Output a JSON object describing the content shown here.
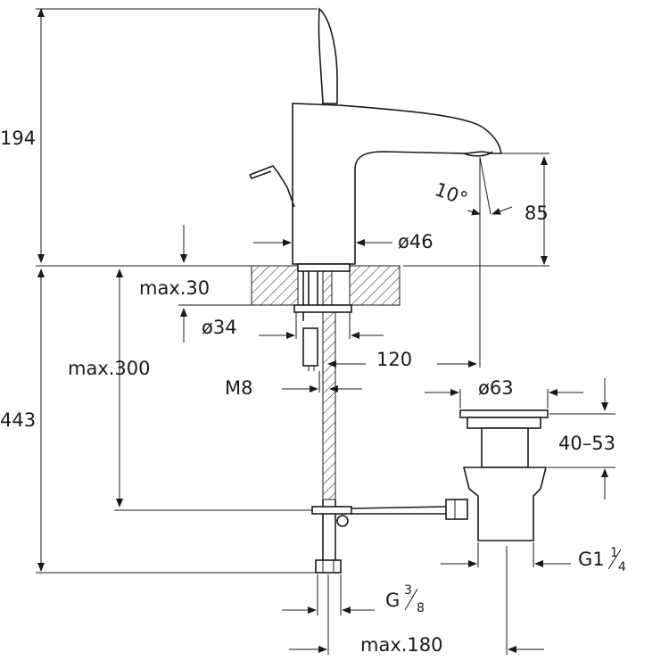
{
  "diagram": {
    "dimensions": {
      "faucet_height": "194",
      "total_height": "443",
      "max_30": "max.30",
      "max_300": "max.300",
      "dia_34": "ø34",
      "dia_46": "ø46",
      "dia_63": "ø63",
      "spout_height": "85",
      "angle": "10°",
      "reach": "120",
      "thread_m8": "M8",
      "range_40_53": "40–53",
      "g1_main": "G1",
      "g1_frac_num": "1",
      "g1_frac_den": "4",
      "g38_main": "G",
      "g38_frac_num": "3",
      "g38_frac_den": "8",
      "max_180": "max.180"
    },
    "colors": {
      "line": "#1a1a1a",
      "background": "#ffffff",
      "hatch": "#1a1a1a"
    }
  }
}
